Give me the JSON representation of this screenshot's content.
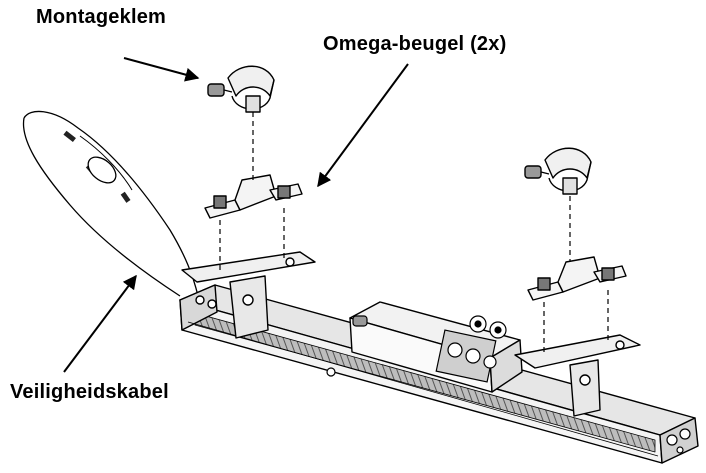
{
  "labels": {
    "mounting_clamp": "Montageklem",
    "omega_bracket": "Omega-beugel (2x)",
    "safety_cable": "Veiligheidskabel"
  },
  "colors": {
    "line": "#000000",
    "fill_light": "#ffffff",
    "fill_mid": "#cfcfcf",
    "fill_dark": "#8a8a8a"
  }
}
